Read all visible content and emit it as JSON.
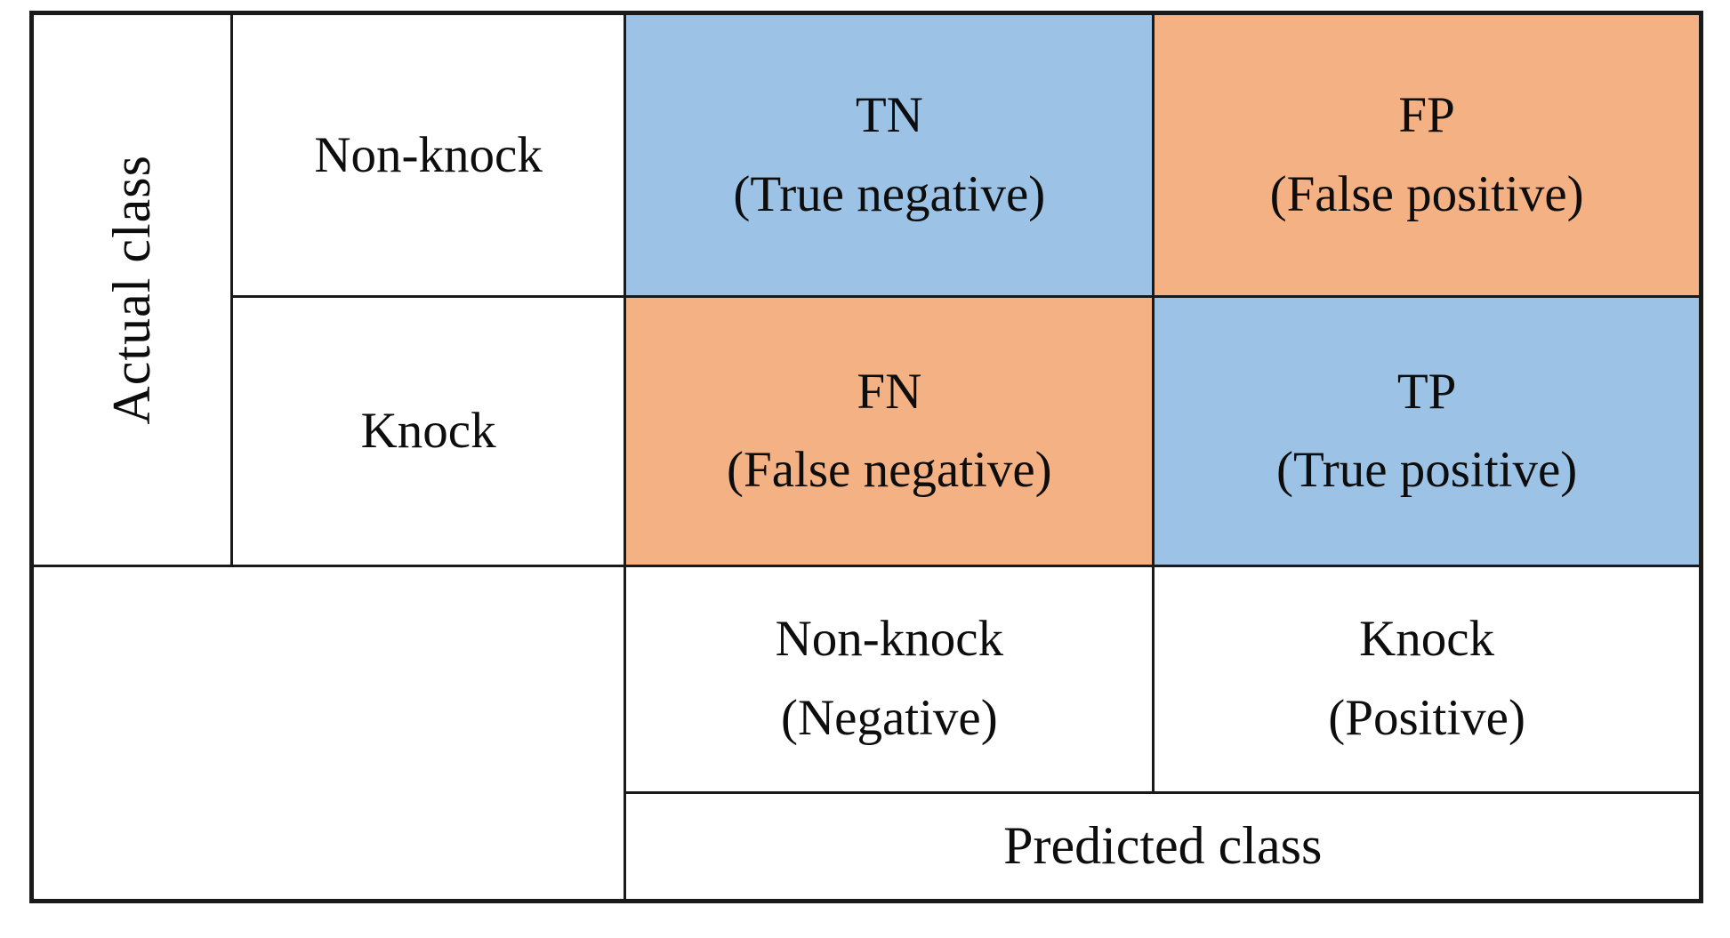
{
  "figure": {
    "type": "confusion-matrix",
    "axes": {
      "actual_label": "Actual class",
      "predicted_label": "Predicted class"
    },
    "actual_rows": [
      {
        "label": "Non-knock"
      },
      {
        "label": "Knock"
      }
    ],
    "predicted_cols": [
      {
        "label": "Non-knock",
        "sublabel": "(Negative)"
      },
      {
        "label": "Knock",
        "sublabel": "(Positive)"
      }
    ],
    "cells": {
      "tn": {
        "abbr": "TN",
        "desc": "(True negative)"
      },
      "fp": {
        "abbr": "FP",
        "desc": "(False positive)"
      },
      "fn": {
        "abbr": "FN",
        "desc": "(False negative)"
      },
      "tp": {
        "abbr": "TP",
        "desc": "(True positive)"
      }
    },
    "colors": {
      "true_cell": "#9CC3E6",
      "false_cell": "#F4B183",
      "border": "#1a1a1a",
      "text": "#0d0d0d",
      "background": "#ffffff"
    }
  }
}
